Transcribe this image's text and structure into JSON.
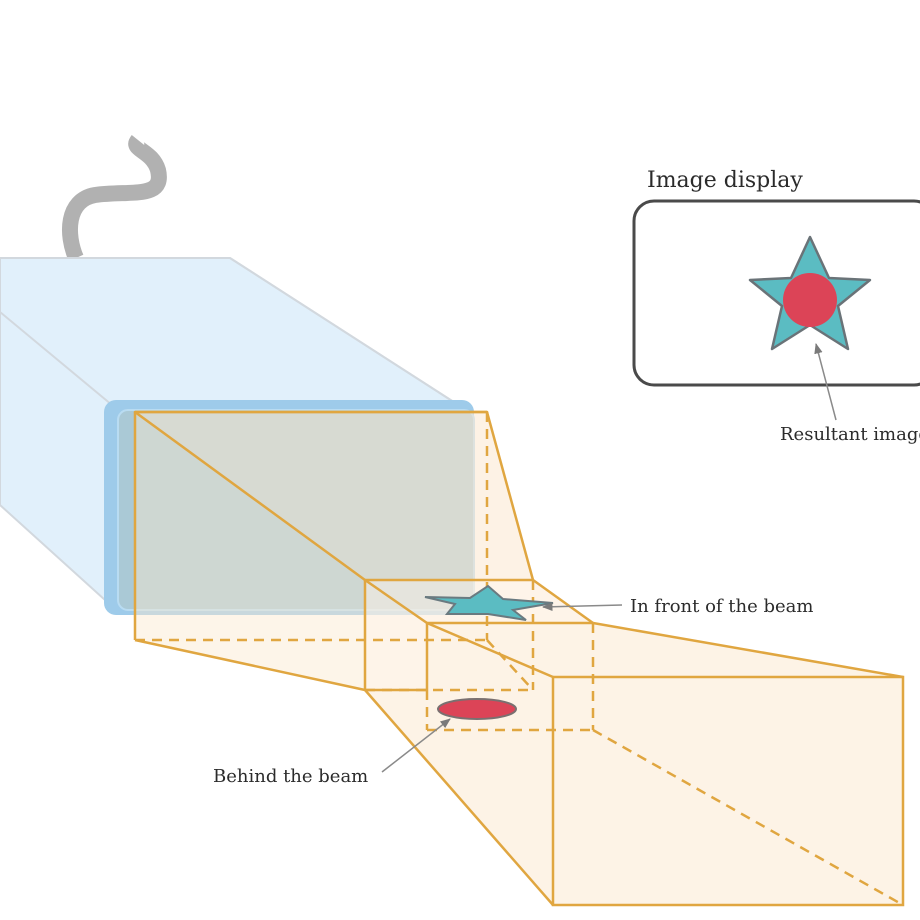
{
  "labels": {
    "image_display": "Image display",
    "resultant_image": "Resultant image",
    "in_front": "In front of the beam",
    "behind": "Behind the beam"
  },
  "colors": {
    "probe_body": "#e1f0fb",
    "probe_edge": "#cfd6dc",
    "probe_face": "#9ecbea",
    "probe_face_inner": "#a9c9d6",
    "beam_fill": "#fdf0e0",
    "beam_stroke": "#e0a640",
    "cable": "#b1b1b1",
    "star": "#5bbcc2",
    "dot": "#dc4457",
    "display_border": "#4a4a4a",
    "leader": "#8a8a8a"
  },
  "icons": {
    "probe": "ultrasound-probe-icon",
    "cable": "probe-cable-icon",
    "star": "star-target-icon",
    "disc": "disc-target-icon"
  }
}
